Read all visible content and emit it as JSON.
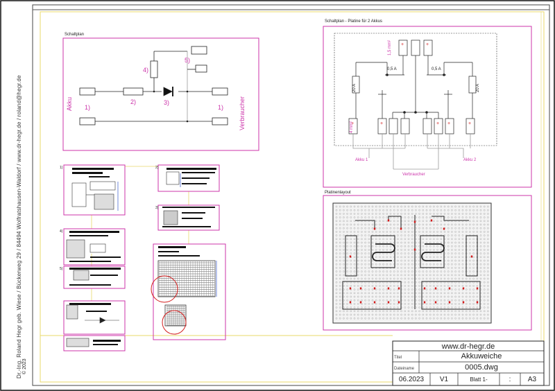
{
  "side_text": "Dr.-Ing. Roland Hegr geb. Wiese  /  Bückerweg 29  /  84494 Wolfratshausen-Waldorf  /  www.dr-hegr.de  /  roland@hegr.de",
  "copyright": "© 2023",
  "schaltplan": {
    "title": "Schaltplan",
    "akku": "Akku",
    "verbraucher": "Verbraucher",
    "n1a": "1)",
    "n2": "2)",
    "n3": "3)",
    "n4": "4)",
    "n5": "5)",
    "n1b": "1)"
  },
  "platine_plan": {
    "title": "Schaltplan - Platine für 2 Akkus",
    "cap1": "1,5 mm²",
    "a05_left": "0,5 A",
    "a05_right": "0,5 A",
    "a20_left": "20 A",
    "a20_right": "20 A",
    "wire": "4 mm²",
    "akku1": "Akku 1",
    "akku2": "Akku 2",
    "verbraucher": "Verbraucher"
  },
  "platinenlayout": {
    "title": "Platinenlayout"
  },
  "details": {
    "n1": "1)",
    "n2": "2)",
    "n3": "3)",
    "n4": "4)",
    "n5": "5)"
  },
  "title_block": {
    "website": "www.dr-hegr.de",
    "label_title": "Titel",
    "title": "Akkuweiche",
    "label_file": "Dateiname",
    "filename": "0005.dwg",
    "date": "06.2023",
    "version": "V1",
    "sheet_label": "Blatt 1-",
    "sheet_sep": ":",
    "format": "A3"
  },
  "colors": {
    "frame_yellow": "#e8d86a",
    "magenta": "#cc33aa",
    "red_mark": "#d21a1a",
    "line": "#222222",
    "gray_wire": "#9a9a9a"
  }
}
